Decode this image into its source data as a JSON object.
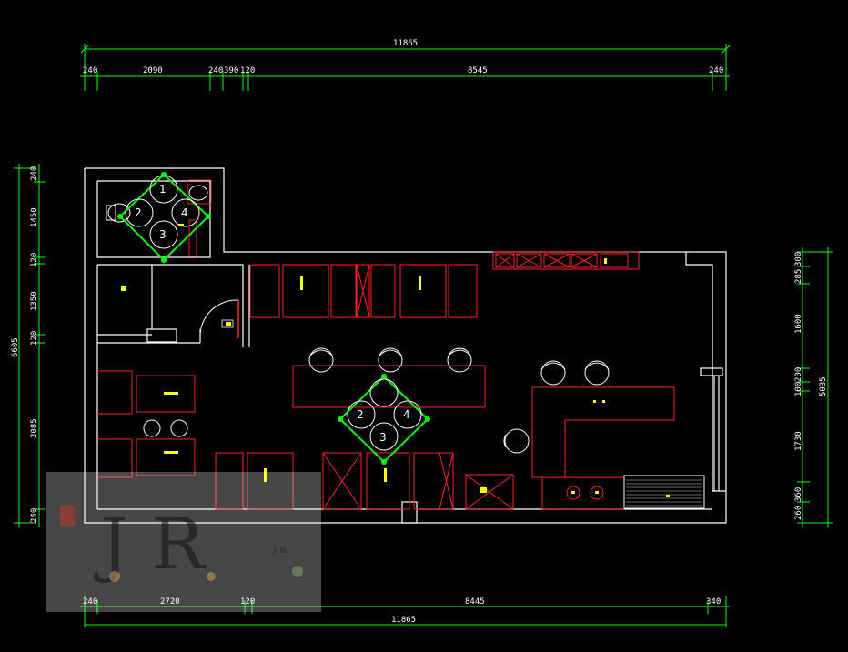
{
  "drawing": {
    "top_overall": "11865",
    "top_segments": [
      "240",
      "2090",
      "240",
      "390",
      "120",
      "8545",
      "240"
    ],
    "bottom_overall": "11865",
    "bottom_segments": [
      "240",
      "2720",
      "120",
      "8445",
      "340"
    ],
    "left_overall": "6605",
    "left_segments": [
      "240",
      "1450",
      "120",
      "1350",
      "120",
      "3085",
      "240"
    ],
    "right_overall": "5035",
    "right_segments": [
      "300",
      "285",
      "1600",
      "200",
      "100",
      "1730",
      "360",
      "260"
    ],
    "table_seat_numbers": [
      "1",
      "2",
      "3",
      "4"
    ],
    "colors": {
      "walls": "#ffffff",
      "furniture": "#ff2020",
      "dimension": "#00ff00",
      "labels": "#ffff00",
      "chairs": "#ffffff"
    }
  },
  "watermark": {
    "letters": "J R",
    "small_text": "J R"
  }
}
